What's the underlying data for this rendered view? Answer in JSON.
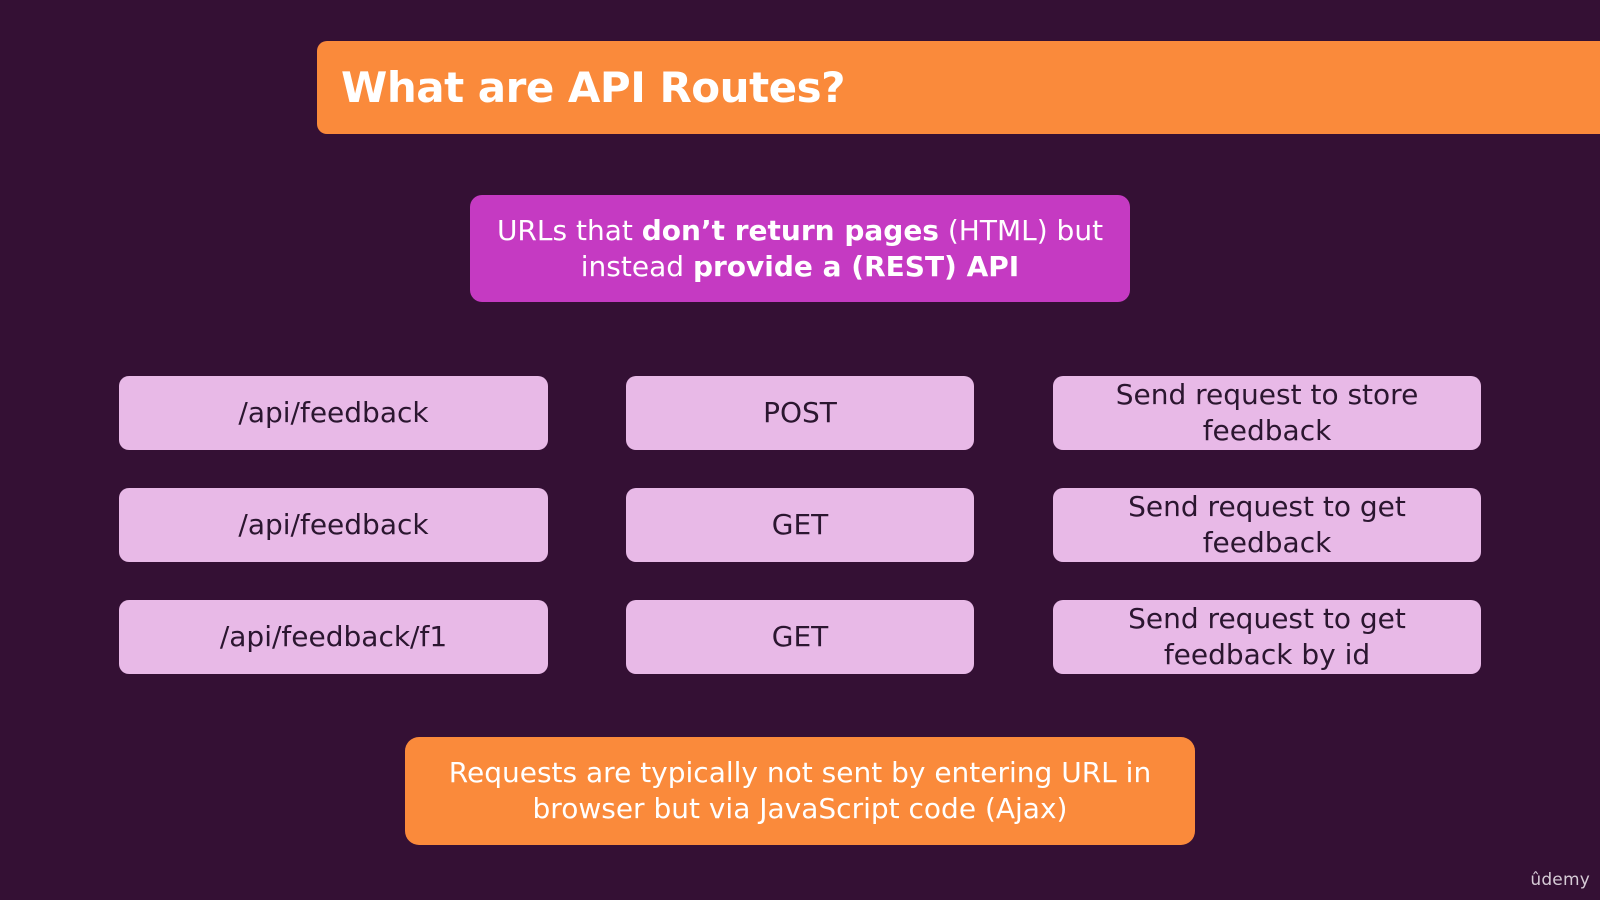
{
  "title": "What are API Routes?",
  "definition": {
    "part1": "URLs that ",
    "part2": "don’t return pages",
    "part3": " (HTML) but instead ",
    "part4": "provide a (REST) API"
  },
  "routes": [
    {
      "path": "/api/feedback",
      "method": "POST",
      "description": "Send request to store feedback"
    },
    {
      "path": "/api/feedback",
      "method": "GET",
      "description": "Send request to get feedback"
    },
    {
      "path": "/api/feedback/f1",
      "method": "GET",
      "description": "Send request to get feedback by id"
    }
  ],
  "note": "Requests are typically not sent by entering URL in browser but via JavaScript code (Ajax)",
  "watermark": "ûdemy",
  "colors": {
    "background": "#341034",
    "accent_orange": "#fa8a3b",
    "accent_magenta": "#c53ac2",
    "cell_pink": "#e8b9e7"
  }
}
